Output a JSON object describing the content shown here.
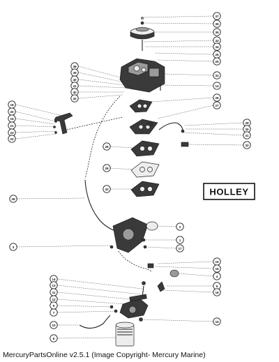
{
  "brand_label": "HOLLEY",
  "caption": "MercuryPartsOnline v2.5.1 (Image Copyright- Mercury Marine)",
  "callouts": [
    "37",
    "36",
    "35",
    "33",
    "34",
    "25",
    "25",
    "33",
    "14",
    "38",
    "39",
    "40",
    "41",
    "40",
    "42",
    "18",
    "20",
    "19",
    "21",
    "23",
    "22",
    "26",
    "27",
    "28",
    "29",
    "30",
    "31",
    "32",
    "28",
    "43",
    "28",
    "17",
    "1",
    "2",
    "3",
    "15",
    "15",
    "4",
    "5",
    "16",
    "14",
    "13",
    "11",
    "12",
    "9",
    "7",
    "15",
    "10",
    "6",
    "8"
  ]
}
